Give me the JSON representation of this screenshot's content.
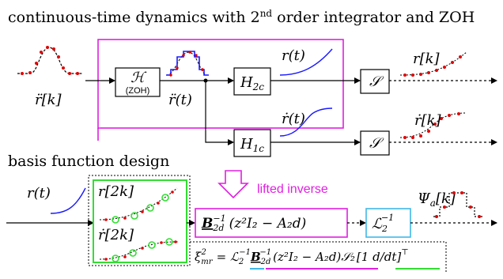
{
  "heading_top": "continuous-time dynamics with 2",
  "heading_top_sup": "nd",
  "heading_top_rest": " order integrator and ZOH",
  "heading_bottom": "basis function design",
  "blocks": {
    "zoh_symbol": "ℋ",
    "zoh_label": "(ZOH)",
    "h2c": "H",
    "h2c_sub": "2c",
    "h1c": "H",
    "h1c_sub": "1c",
    "sampler_1": "𝒮",
    "sampler_2": "𝒮"
  },
  "signals": {
    "rddot_k": "r̈[k]",
    "rddot_t": "r̈(t)",
    "r_t_upper": "r(t)",
    "rdot_t_upper": "ṙ(t)",
    "r_k": "r[k]",
    "rdot_k": "ṙ[k]",
    "r_t_lower": "r(t)",
    "r_2k": "r[2k]",
    "rdot_2k": "ṙ[2k]",
    "psi": "Ψ",
    "psi_sub": "a",
    "psi_arg": "[k]"
  },
  "lifted_inverse_label": "lifted inverse",
  "lifted_block_text": "B̲̲",
  "lifted_expr": "(z²I₂ − A₂d)",
  "lifted_B": "B",
  "lifted_sub": "2d",
  "lifted_sup": "−1",
  "l2_block": "ℒ",
  "l2_sub": "2",
  "l2_sup": "−1",
  "formula": {
    "lhs": "ξ",
    "lhs_sub": "mr",
    "lhs_sup": "2",
    "eq": " = ",
    "l": "ℒ",
    "l_sub": "2",
    "l_sup": "−1",
    "b": "B",
    "b_sub": "2d",
    "b_sup": "−1",
    "mid": "(z²I₂ − A₂d)",
    "s": "𝒮₂",
    "vec": "[1  d/dt]",
    "transpose": "⊤"
  },
  "colors": {
    "magenta": "#e020e0",
    "green": "#33dd33",
    "cyan": "#40b8e8",
    "blue": "#1a1aff",
    "red": "#e00000"
  }
}
